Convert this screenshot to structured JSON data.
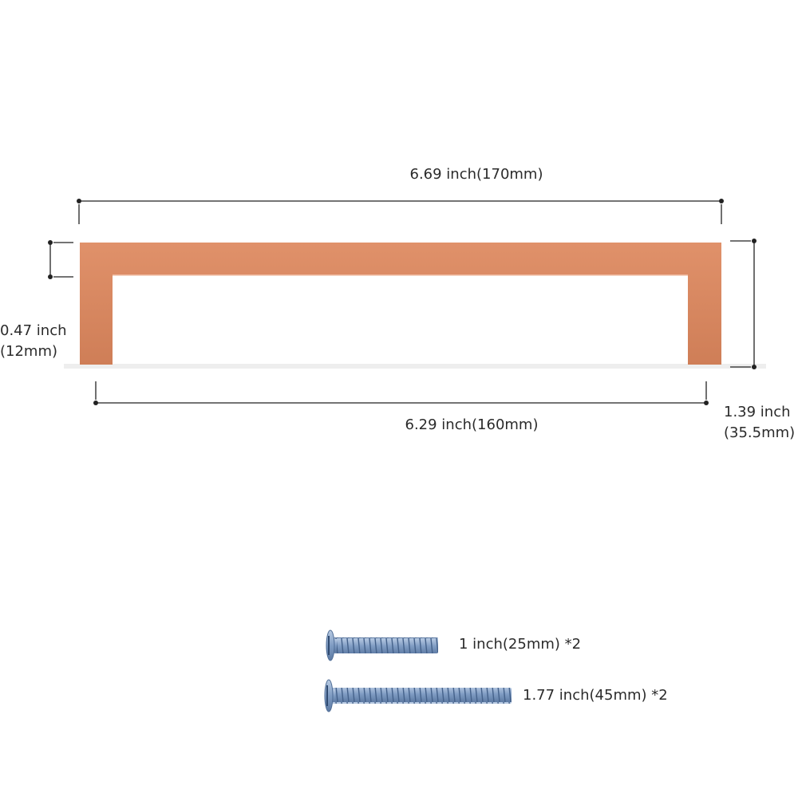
{
  "product": {
    "finish_color": "#d98a63",
    "screw_color": "#8aa4c8"
  },
  "dimensions": {
    "total_width": "6.69 inch(170mm)",
    "hole_spacing": "6.29 inch(160mm)",
    "thickness_inch": "0.47 inch",
    "thickness_mm": "(12mm)",
    "height_inch": "1.39 inch",
    "height_mm": "(35.5mm)"
  },
  "screws": [
    {
      "label": "1 inch(25mm) *2"
    },
    {
      "label": "1.77 inch(45mm) *2"
    }
  ]
}
